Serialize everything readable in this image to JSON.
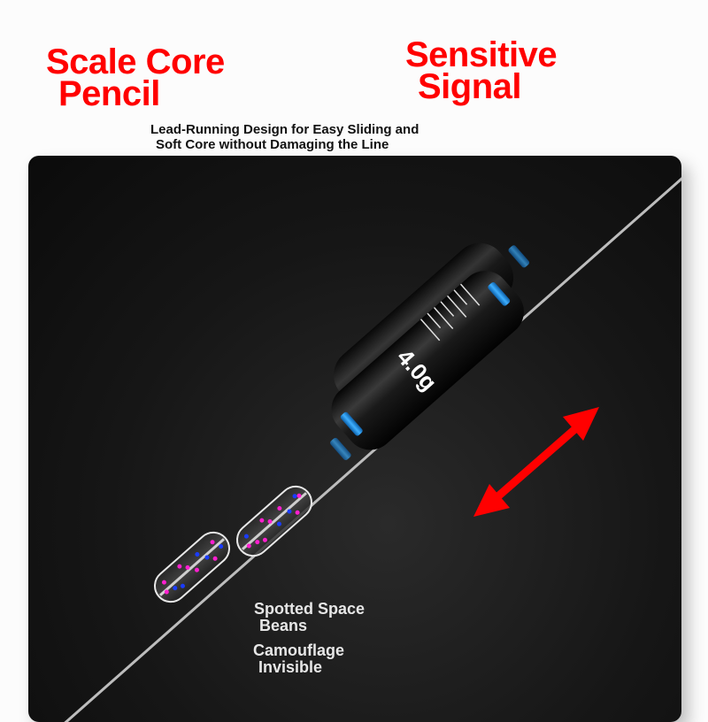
{
  "headlines": {
    "left": {
      "line1": "Scale Core",
      "line2": "Pencil"
    },
    "right": {
      "line1": "Sensitive",
      "line2": "Signal"
    }
  },
  "subtitle": {
    "line1": "Lead-Running Design for Easy Sliding and",
    "line2": "Soft Core without Damaging the Line"
  },
  "product": {
    "weight_label": "4.0g",
    "accent_color": "#ff0000",
    "ring_color": "#2a9bf0",
    "bead_dot_colors": [
      "#ff1fd0",
      "#1a3cff"
    ]
  },
  "captions": {
    "feature1": {
      "line1": "Spotted Space",
      "line2": "Beans"
    },
    "feature2": {
      "line1": "Camouflage",
      "line2": "Invisible"
    }
  },
  "icons": {
    "arrow": "double-headed-arrow-icon"
  }
}
